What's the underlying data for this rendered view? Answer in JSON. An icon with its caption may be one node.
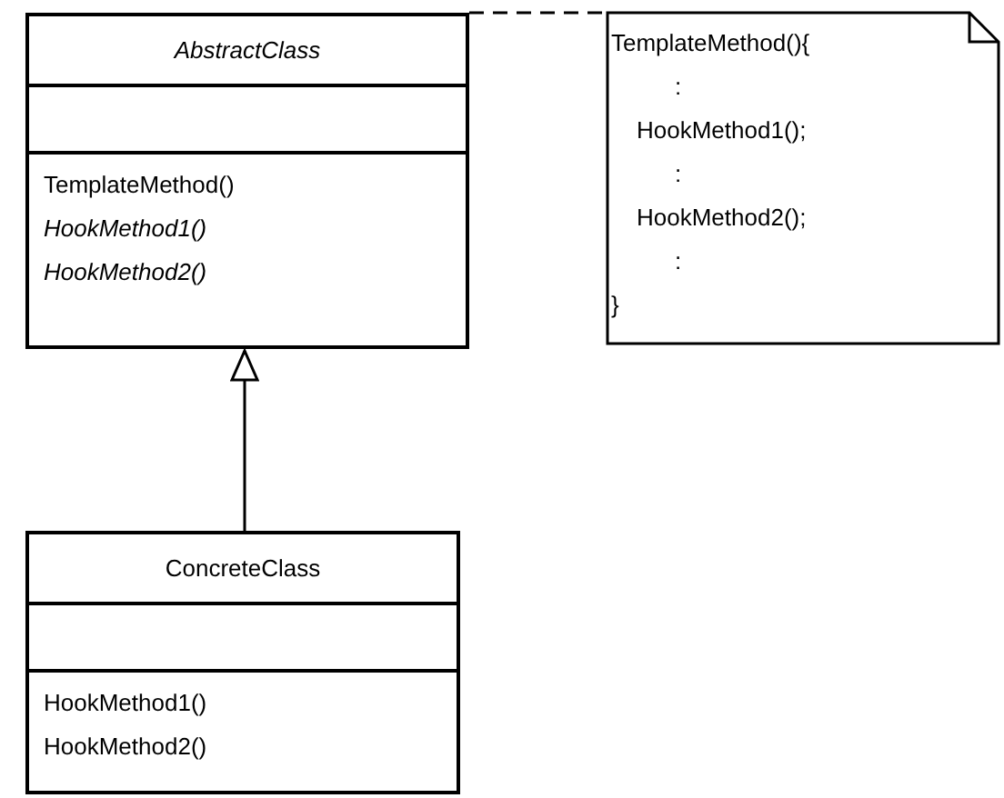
{
  "diagram": {
    "nodes": [
      {
        "text": [
          "*AbstractClass*",
          "TemplateMethod()",
          "*HookMethod1()*",
          "*HookMethod2()*"
        ]
      },
      {
        "text": [
          "TemplateMethod(){",
          ":",
          "HookMethod1();",
          ":",
          "HookMethod2();",
          ":",
          "}"
        ]
      },
      {
        "text": [
          "ConcreteClass",
          "HookMethod1()",
          "HookMethod2()"
        ]
      }
    ],
    "edges": [
      {
        "from": 0,
        "to": 1,
        "arrow": "none",
        "style": "dashed"
      },
      {
        "from": 2,
        "to": 0,
        "arrow": "to"
      }
    ]
  }
}
